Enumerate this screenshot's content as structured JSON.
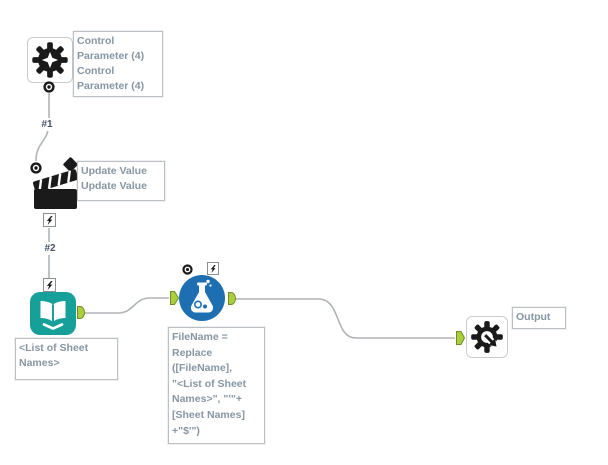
{
  "app": "workflow-canvas",
  "colors": {
    "canvas_bg": "#ffffff",
    "wire": "#b0b4b8",
    "annotation_text": "#8696a4",
    "annotation_border": "#bcc0c4",
    "tool_box_border": "#c9cdd1",
    "icon_black": "#1a1a1a",
    "teal_tool": "#17a09a",
    "blue_tool": "#1e6fb2",
    "anchor_green": "#abce3c",
    "anchor_green_border": "#708c28"
  },
  "tools": {
    "control_parameter": {
      "icon": "gear-star-icon",
      "annotation": "Control\nParameter (4)\nControl\nParameter (4)"
    },
    "action": {
      "icon": "clapperboard-icon",
      "annotation": "Update Value\nUpdate Value"
    },
    "sheet_names_macro": {
      "icon": "open-book-icon",
      "annotation": "<List of Sheet\nNames>"
    },
    "formula": {
      "icon": "flask-icon",
      "annotation": "FileName =\nReplace\n([FileName],\n\"<List of Sheet\nNames>\", \"'\"+\n[Sheet Names]\n+\"$'\")"
    },
    "macro_output": {
      "icon": "gear-arrow-icon",
      "annotation": "Output"
    }
  },
  "connections": {
    "c1_label": "#1",
    "c2_label": "#2"
  }
}
